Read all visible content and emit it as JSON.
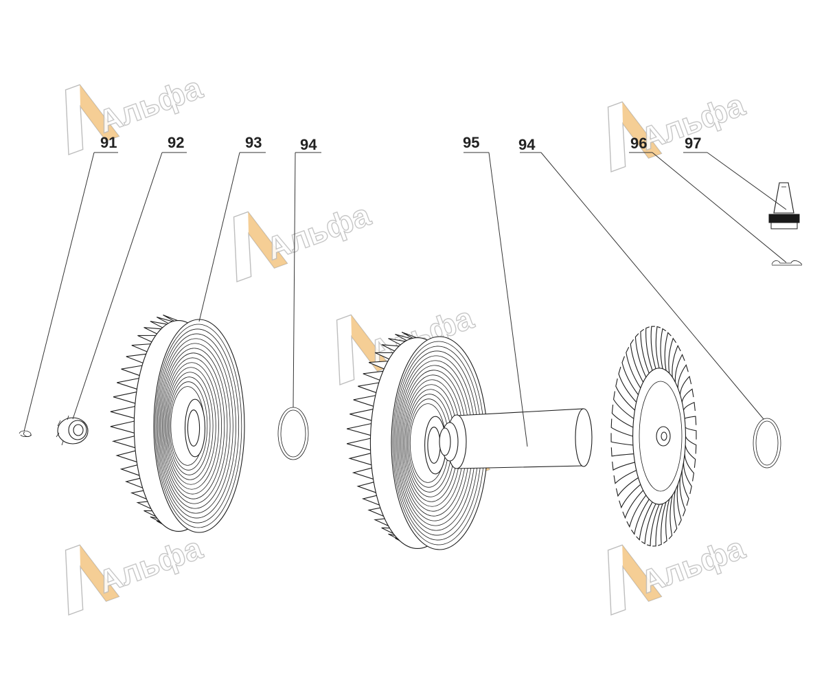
{
  "watermark": {
    "text": "Альфа",
    "accent_color": "#f2c27a",
    "outline_color": "#bdbdbd"
  },
  "callouts": [
    {
      "id": "91",
      "label": "91"
    },
    {
      "id": "92",
      "label": "92"
    },
    {
      "id": "93",
      "label": "93"
    },
    {
      "id": "94a",
      "label": "94"
    },
    {
      "id": "95",
      "label": "95"
    },
    {
      "id": "94b",
      "label": "94"
    },
    {
      "id": "96",
      "label": "96"
    },
    {
      "id": "97",
      "label": "97"
    }
  ]
}
